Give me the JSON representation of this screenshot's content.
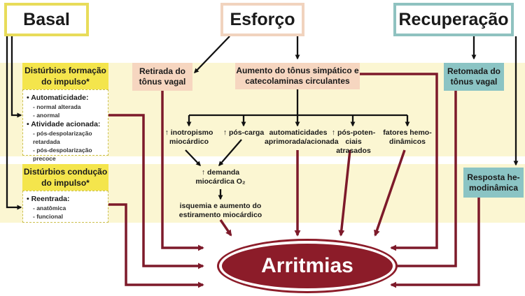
{
  "headers": {
    "basal": "Basal",
    "esforco": "Esforço",
    "recuperacao": "Recuperação"
  },
  "basal": {
    "formacao": {
      "title": "Distúrbios formação do impulso",
      "asterisk": "*",
      "items": [
        {
          "label": "Automaticidade:",
          "subs": [
            "normal alterada",
            "anormal"
          ]
        },
        {
          "label": "Atividade acionada:",
          "subs": [
            "pós-despolarização retardada",
            "pós-despolarização precoce"
          ]
        }
      ]
    },
    "conducao": {
      "title": "Distúrbios condução do impulso",
      "asterisk": "*",
      "items": [
        {
          "label": "Reentrada:",
          "subs": [
            "anatômica",
            "funcional"
          ]
        }
      ]
    }
  },
  "esforco": {
    "retirada": "Retirada do tônus vagal",
    "aumento": "Aumento do tônus simpático e catecolaminas circulantes",
    "effects": [
      "↑ inotropismo miocárdico",
      "↑ pós-carga",
      "automaticidades aprimorada/acionada",
      "↑ pós-poten- ciais atrasados",
      "fatores hemo- dinâmicos"
    ],
    "demanda": "↑ demanda miocárdica O₂",
    "isquemia": "isquemia e aumento do estiramento miocárdico"
  },
  "recuperacao": {
    "retomada": "Retomada do tônus vagal",
    "resposta": "Resposta he- modinâmica"
  },
  "outcome": "Arritmias",
  "colors": {
    "band": "#fbf6d2",
    "yellow": "#f4e54c",
    "peach": "#f6d6c0",
    "teal": "#8bc4c4",
    "maroon": "#8c1c29",
    "arrow_black": "#111111"
  }
}
